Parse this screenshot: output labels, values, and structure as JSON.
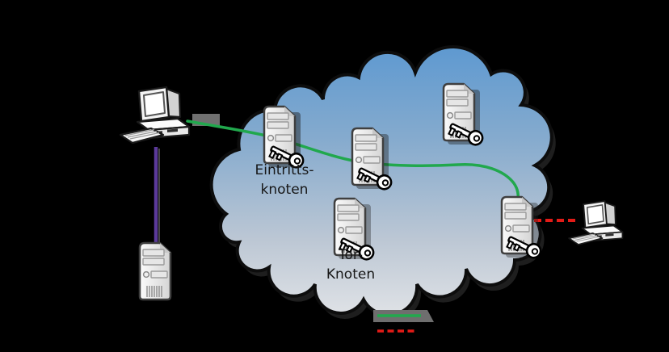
{
  "background_color": "#000000",
  "labels": {
    "entry_node": {
      "line1": "Eintritts-",
      "line2": "knoten"
    },
    "tor_node": {
      "line1": "Tor-",
      "line2": "Knoten"
    }
  },
  "colors": {
    "encrypted_line": "#21a84d",
    "unencrypted_line": "#e31b17",
    "directory_line": "#5b3a9b",
    "cloud_top": "#5e99d0",
    "cloud_bottom": "#dfe2e6"
  },
  "legend": {
    "encrypted_color": "#21a84d",
    "unencrypted_color": "#e31b17"
  },
  "icons": {
    "cloud": "network-cloud",
    "server": "server-tower-icon",
    "key": "key-icon",
    "computer": "desktop-computer-icon"
  }
}
